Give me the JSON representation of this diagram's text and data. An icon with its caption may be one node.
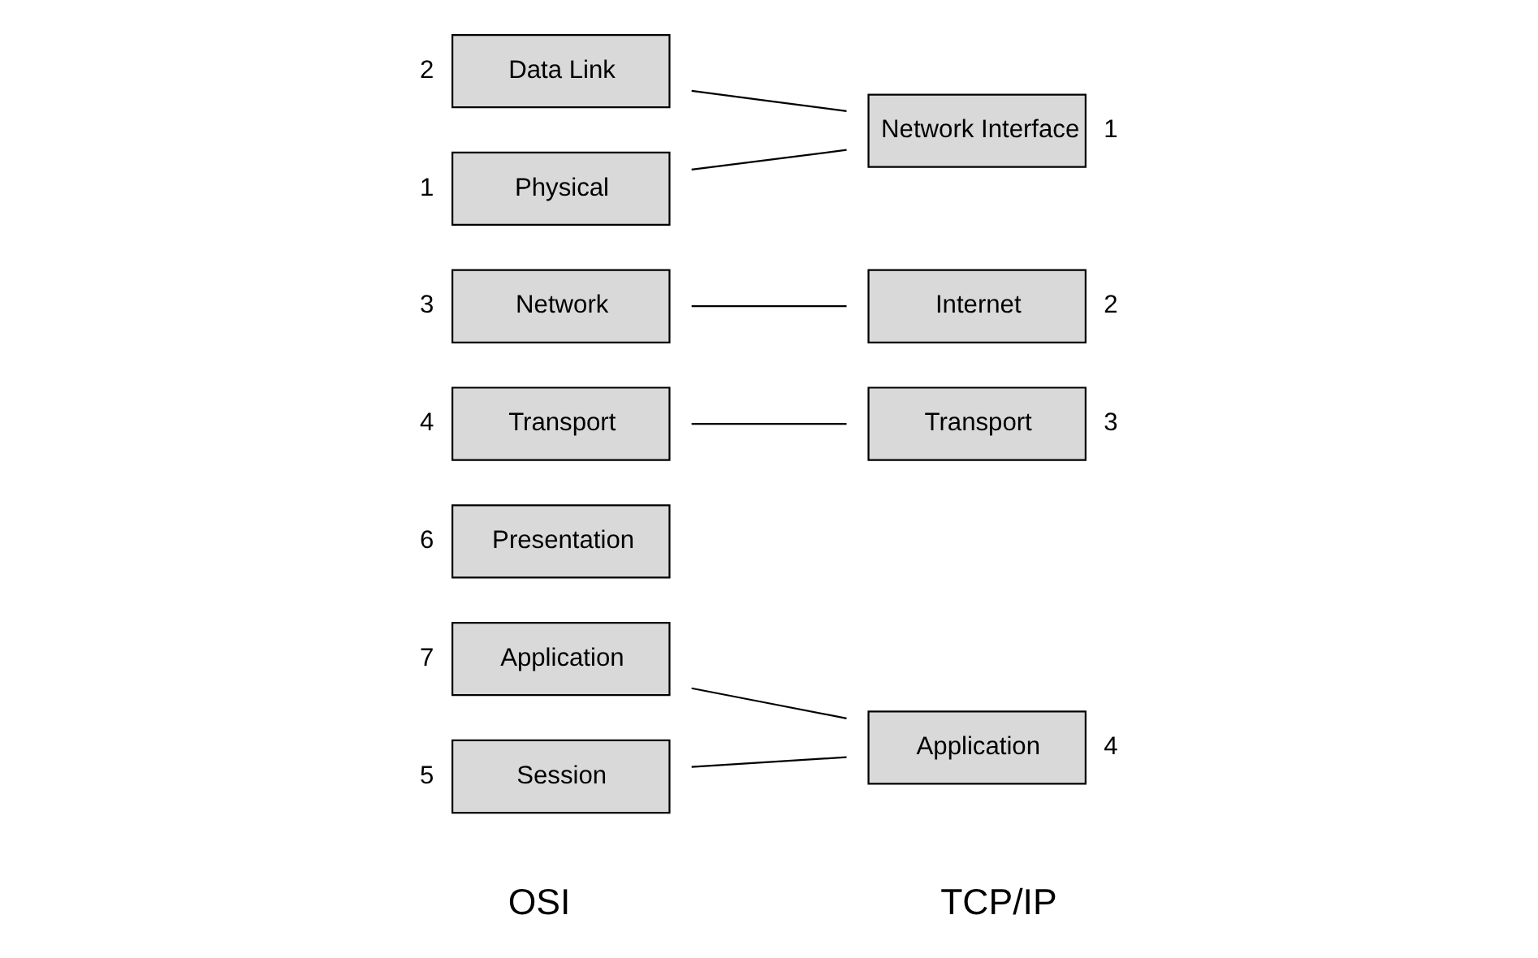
{
  "diagram": {
    "nodes": [
      {
        "text": [
          "Application"
        ],
        "beside": [
          "7"
        ]
      },
      {
        "text": [
          "Presentation"
        ],
        "beside": [
          "6"
        ]
      },
      {
        "text": [
          "Session"
        ],
        "beside": [
          "5"
        ]
      },
      {
        "text": [
          "Transport"
        ],
        "beside": [
          "4"
        ]
      },
      {
        "text": [
          "Network"
        ],
        "beside": [
          "3"
        ]
      },
      {
        "text": [
          "Data Link"
        ],
        "beside": [
          "2"
        ]
      },
      {
        "text": [
          "Physical"
        ],
        "beside": [
          "1"
        ]
      },
      {
        "text": [
          "Application"
        ],
        "beside": [
          "4"
        ]
      },
      {
        "text": [
          "Transport"
        ],
        "beside": [
          "3"
        ]
      },
      {
        "text": [
          "Internet"
        ],
        "beside": [
          "2"
        ]
      },
      {
        "text": [
          "Network Interface"
        ],
        "beside": [
          "1"
        ]
      }
    ],
    "edges": [
      {
        "from": 0,
        "to": 7,
        "arrow": "none"
      },
      {
        "from": 2,
        "to": 7,
        "arrow": "none"
      },
      {
        "from": 3,
        "to": 8,
        "arrow": "none"
      },
      {
        "from": 4,
        "to": 9,
        "arrow": "none"
      },
      {
        "from": 5,
        "to": 10,
        "arrow": "none"
      },
      {
        "from": 6,
        "to": 10,
        "arrow": "none"
      }
    ],
    "labels": [
      "OSI",
      "TCP/IP"
    ]
  }
}
